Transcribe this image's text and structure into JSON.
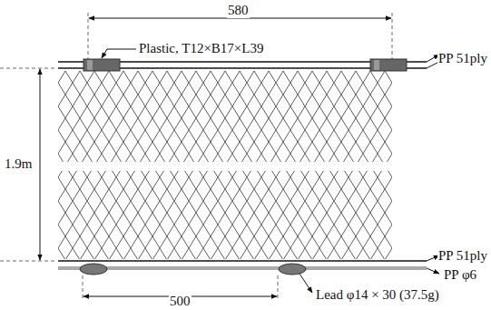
{
  "diagram": {
    "labels": [
      "580",
      "Plastic, T12×B17×L39",
      "PP 51ply",
      "1.9m",
      "PP 51ply",
      "PP φ6",
      "500",
      "Lead φ14 × 30 (37.5g)"
    ]
  }
}
